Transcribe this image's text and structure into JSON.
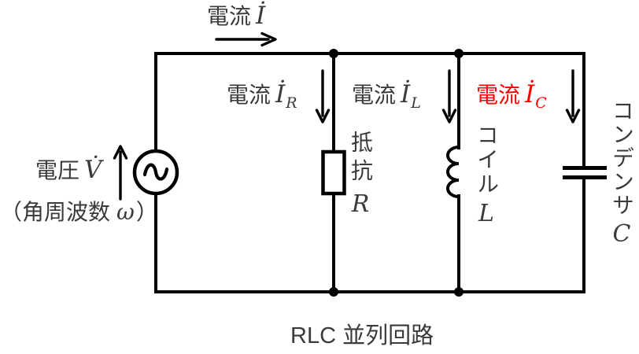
{
  "colors": {
    "wire": "#000000",
    "text": "#3a3a3a",
    "highlight": "#ff0000",
    "background": "#ffffff"
  },
  "top": {
    "total_current": {
      "prefix": "電流",
      "symbol": "İ"
    }
  },
  "source": {
    "voltage_prefix": "電圧",
    "voltage_symbol": "V̇",
    "angular_open": "（角周波数",
    "angular_symbol": "ω",
    "angular_close": "）"
  },
  "branches": {
    "resistor": {
      "current_prefix": "電流",
      "current_symbol": "İ",
      "current_sub": "R",
      "name_jp": "抵抗",
      "symbol": "R"
    },
    "inductor": {
      "current_prefix": "電流",
      "current_symbol": "İ",
      "current_sub": "L",
      "name_jp": "コイル",
      "symbol": "L"
    },
    "capacitor": {
      "current_prefix": "電流",
      "current_symbol": "İ",
      "current_sub": "C",
      "name_jp": "コンデンサ",
      "symbol": "C"
    }
  },
  "caption": {
    "title": "RLC 並列回路"
  }
}
